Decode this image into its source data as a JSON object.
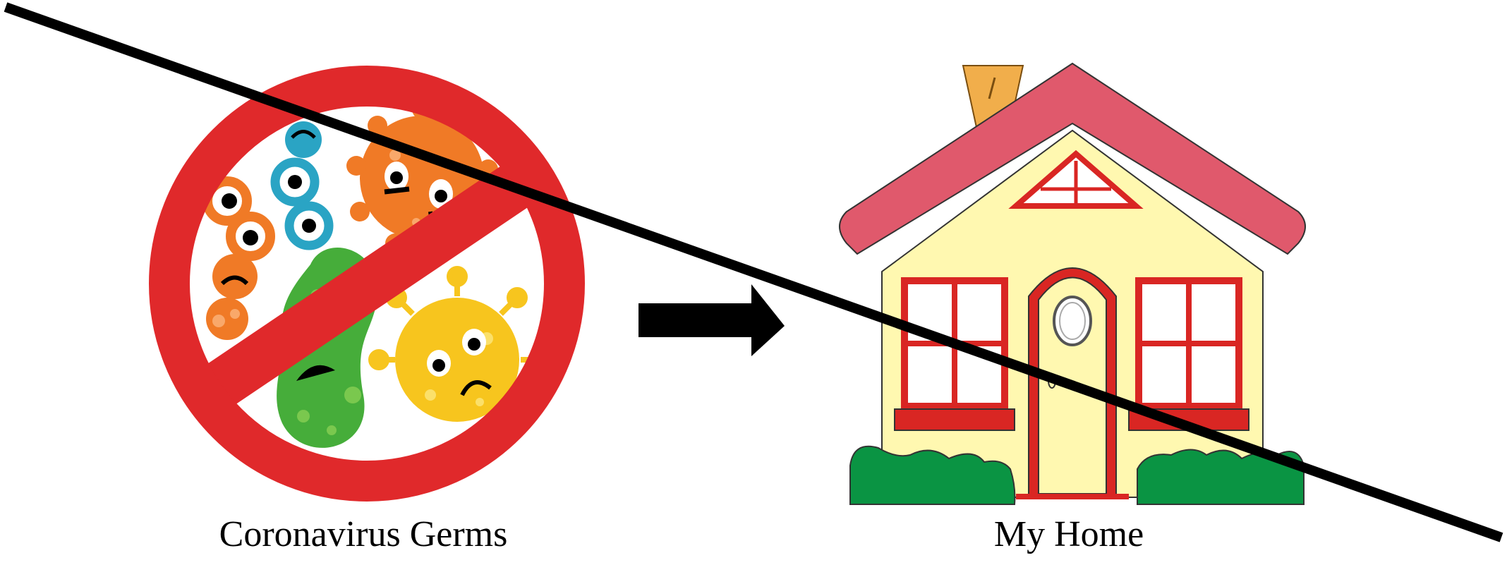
{
  "captions": {
    "left": "Coronavirus Germs",
    "right": "My Home"
  },
  "colors": {
    "prohibition_red": "#e0292b",
    "roof": "#e0596c",
    "house_wall": "#fff8b0",
    "trim_red": "#d92623",
    "bush_green": "#0a9443",
    "germ_orange": "#f07a26",
    "germ_blue": "#2aa4c4",
    "germ_green": "#46ad3a",
    "germ_yellow": "#f7c51e",
    "chimney": "#f1ae4b"
  },
  "icons": {
    "left_illustration": "no-germs-prohibition-icon",
    "middle": "right-arrow-icon",
    "right_illustration": "house-icon",
    "overlay": "strikethrough-line"
  }
}
